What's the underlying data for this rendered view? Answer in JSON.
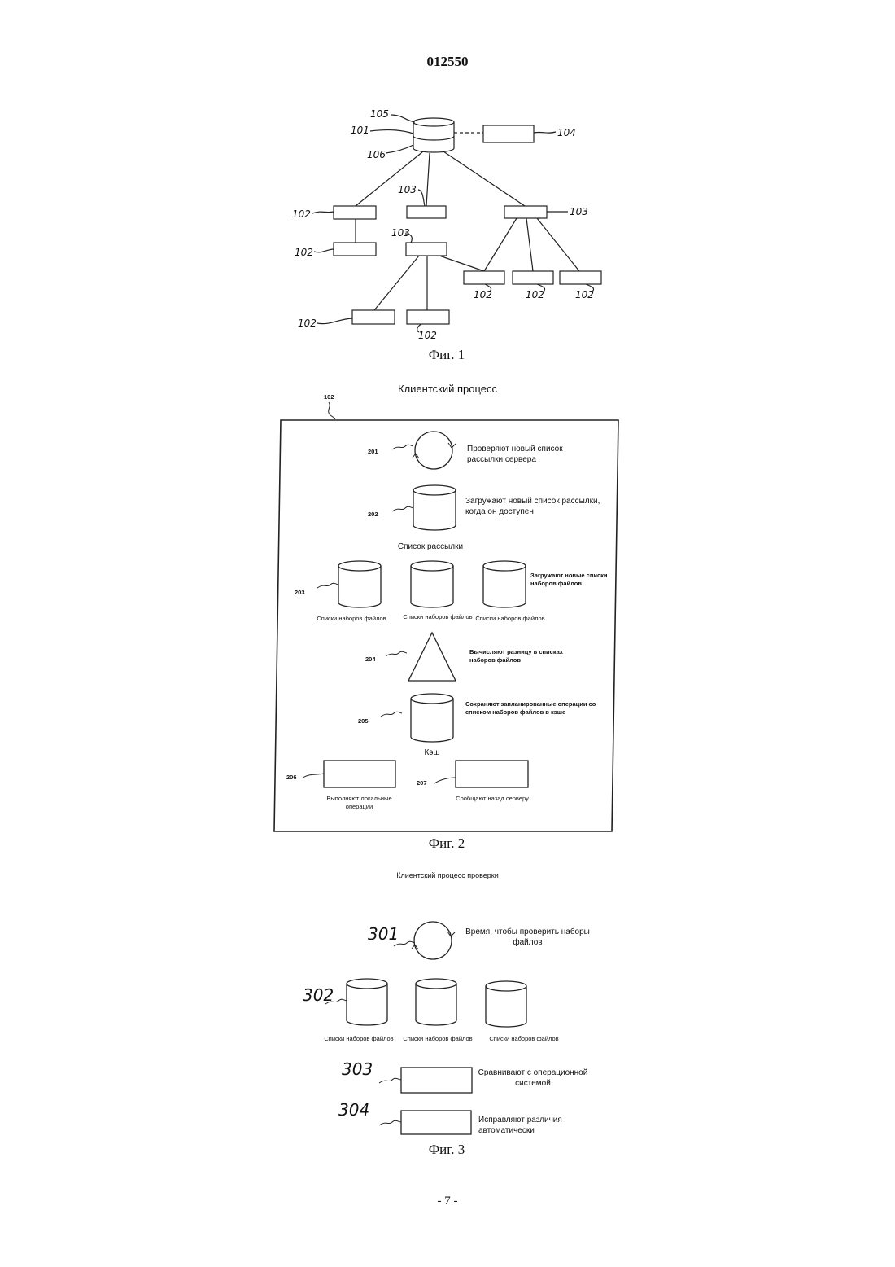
{
  "header": {
    "doc_number": "012550"
  },
  "footer": {
    "page_number": "- 7 -"
  },
  "fig1": {
    "caption": "Фиг. 1",
    "labels": {
      "l105": "105",
      "l101": "101",
      "l106": "106",
      "l104": "104",
      "l102a": "102",
      "l102b": "102",
      "l103a": "103",
      "l103b": "103",
      "l103c": "103",
      "l102c": "102",
      "l102d": "102",
      "l102e": "102",
      "l102f": "102",
      "l102g": "102"
    }
  },
  "fig2": {
    "title": "Клиентский процесс",
    "caption": "Фиг. 2",
    "frame_label": "102",
    "steps": {
      "n201": "201",
      "t201": "Проверяют новый список рассылки сервера",
      "n202": "202",
      "t202": "Загружают новый список рассылки, когда он доступен",
      "c202": "Список рассылки",
      "n203": "203",
      "t203": "Загружают новые списки наборов файлов",
      "c203a": "Списки наборов файлов",
      "c203b": "Списки наборов файлов",
      "c203c": "Списки наборов файлов",
      "n204": "204",
      "t204": "Вычисляют разницу в списках наборов файлов",
      "n205": "205",
      "t205": "Сохраняют запланированные операции со списком наборов файлов в кэше",
      "c205": "Кэш",
      "n206": "206",
      "t206": "Выполняют локальные операции",
      "n207": "207",
      "t207": "Сообщают назад серверу"
    }
  },
  "fig3": {
    "title": "Клиентский процесс проверки",
    "caption": "Фиг. 3",
    "steps": {
      "n301": "301",
      "t301": "Время, чтобы проверить наборы файлов",
      "n302": "302",
      "c302a": "Списки наборов файлов",
      "c302b": "Списки наборов файлов",
      "c302c": "Списки наборов файлов",
      "n303": "303",
      "t303": "Сравнивают с операционной системой",
      "n304": "304",
      "t304": "Исправляют различия автоматически"
    }
  }
}
